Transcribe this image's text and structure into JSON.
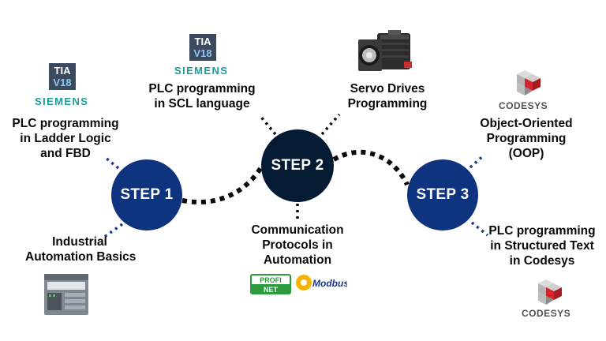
{
  "steps": [
    {
      "label": "STEP 1"
    },
    {
      "label": "STEP 2"
    },
    {
      "label": "STEP 3"
    }
  ],
  "topics": {
    "ladder": [
      "PLC programming",
      "in Ladder Logic",
      "and FBD"
    ],
    "industrial": [
      "Industrial",
      "Automation Basics"
    ],
    "scl": [
      "PLC programming",
      "in SCL language"
    ],
    "servo": [
      "Servo Drives",
      "Programming"
    ],
    "comm": [
      "Communication",
      "Protocols in",
      "Automation"
    ],
    "oop": [
      "Object-Oriented",
      "Programming",
      "(OOP)"
    ],
    "st": [
      "PLC programming",
      "in Structured Text",
      "in Codesys"
    ]
  },
  "logos": {
    "tia_line1": "TIA",
    "tia_line2": "V18",
    "siemens": "SIEMENS",
    "codesys": "CODESYS",
    "profinet_line1": "PROFI",
    "profinet_line2": "NET",
    "modbus": "Modbus"
  },
  "colors": {
    "step_blue": "#0e3480",
    "step_dark": "#051b33",
    "siemens_teal": "#1e9b9c",
    "profinet_green": "#2e9a3e",
    "modbus_yellow": "#f4b400",
    "codesys_red": "#d9232a"
  },
  "icons": [
    "tia-portal-logo",
    "siemens-logo",
    "codesys-logo",
    "servo-motor-image",
    "plc-controller-image",
    "profinet-logo",
    "modbus-logo"
  ]
}
